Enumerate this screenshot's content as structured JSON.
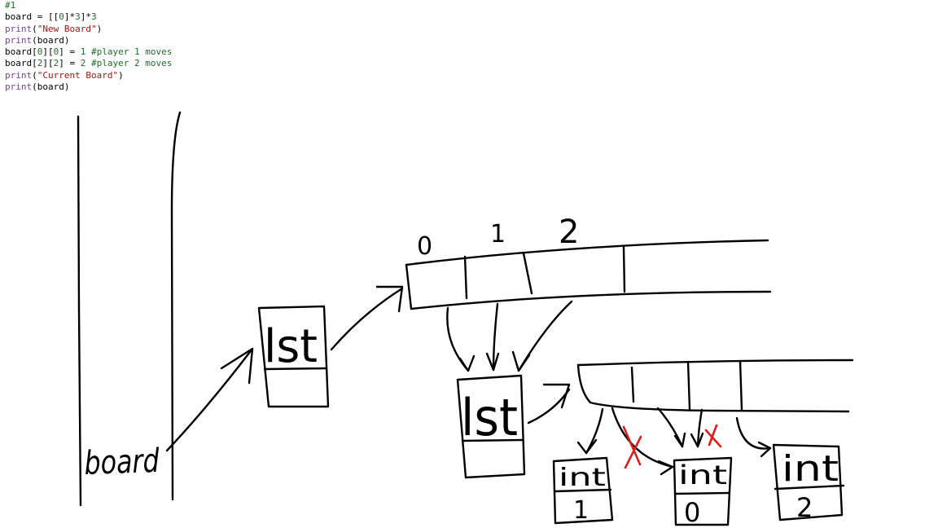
{
  "code_lines": [
    [
      {
        "t": "#1",
        "k": "comment"
      }
    ],
    [
      {
        "t": "board = [[",
        "k": "plain"
      },
      {
        "t": "0",
        "k": "number"
      },
      {
        "t": "]*",
        "k": "plain"
      },
      {
        "t": "3",
        "k": "number"
      },
      {
        "t": "]*",
        "k": "plain"
      },
      {
        "t": "3",
        "k": "number"
      }
    ],
    [
      {
        "t": "print",
        "k": "builtin"
      },
      {
        "t": "(",
        "k": "plain"
      },
      {
        "t": "\"New Board\"",
        "k": "string"
      },
      {
        "t": ")",
        "k": "plain"
      }
    ],
    [
      {
        "t": "print",
        "k": "builtin"
      },
      {
        "t": "(board)",
        "k": "plain"
      }
    ],
    [
      {
        "t": "board[",
        "k": "plain"
      },
      {
        "t": "0",
        "k": "number"
      },
      {
        "t": "][",
        "k": "plain"
      },
      {
        "t": "0",
        "k": "number"
      },
      {
        "t": "] = ",
        "k": "plain"
      },
      {
        "t": "1",
        "k": "number"
      },
      {
        "t": " ",
        "k": "plain"
      },
      {
        "t": "#player 1 moves",
        "k": "comment"
      }
    ],
    [
      {
        "t": "board[",
        "k": "plain"
      },
      {
        "t": "2",
        "k": "number"
      },
      {
        "t": "][",
        "k": "plain"
      },
      {
        "t": "2",
        "k": "number"
      },
      {
        "t": "] = ",
        "k": "plain"
      },
      {
        "t": "2",
        "k": "number"
      },
      {
        "t": " ",
        "k": "plain"
      },
      {
        "t": "#player 2 moves",
        "k": "comment"
      }
    ],
    [
      {
        "t": "print",
        "k": "builtin"
      },
      {
        "t": "(",
        "k": "plain"
      },
      {
        "t": "\"Current Board\"",
        "k": "string"
      },
      {
        "t": ")",
        "k": "plain"
      }
    ],
    [
      {
        "t": "print",
        "k": "builtin"
      },
      {
        "t": "(board)",
        "k": "plain"
      }
    ]
  ],
  "diagram": {
    "variable_label": "board",
    "outer_list_label": "lst",
    "inner_list_label": "lst",
    "index_labels": [
      "0",
      "1",
      "2"
    ],
    "int_objects": [
      {
        "type_label": "int",
        "value": "1"
      },
      {
        "type_label": "int",
        "value": "0"
      },
      {
        "type_label": "int",
        "value": "2"
      }
    ],
    "crossed_out_references": 2
  },
  "colors": {
    "ink": "#000000",
    "cross_out": "#e11b1b",
    "code_comment": "#1f6b2a",
    "code_string": "#a31515",
    "code_builtin": "#7a3e9d"
  }
}
